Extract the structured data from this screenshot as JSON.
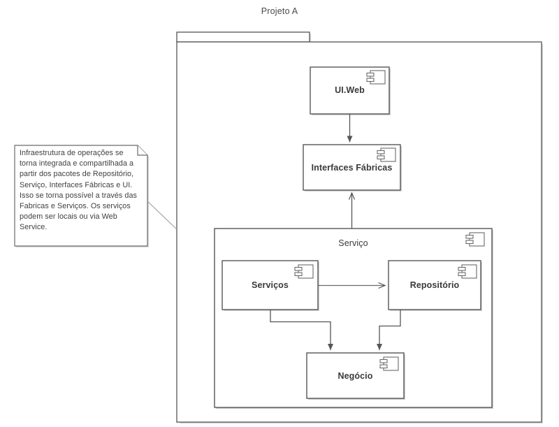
{
  "diagram": {
    "title": "Projeto A",
    "type": "uml-component-diagram"
  },
  "outer_package": {
    "name": "",
    "tab_label": ""
  },
  "note": {
    "text": "Infraestrutura de operações se torna integrada e compartilhada a partir dos pacotes de Repositório, Serviço, Interfaces Fábricas e UI. Isso se torna possível a través das Fabricas e Serviços. Os serviços podem ser locais ou via Web Service.",
    "icon": "note-fold-icon"
  },
  "components": {
    "ui_web": {
      "label": "UI.Web",
      "icon": "uml-component-icon"
    },
    "interfaces_fabricas": {
      "label": "Interfaces Fábricas",
      "icon": "uml-component-icon"
    },
    "servico_package": {
      "label": "Serviço",
      "icon": "uml-component-icon"
    },
    "servicos": {
      "label": "Serviços",
      "icon": "uml-component-icon"
    },
    "repositorio": {
      "label": "Repositório",
      "icon": "uml-component-icon"
    },
    "negocio": {
      "label": "Negócio",
      "icon": "uml-component-icon"
    }
  },
  "connections": [
    {
      "from": "UI.Web",
      "to": "Interfaces Fábricas",
      "style": "arrow-down"
    },
    {
      "from": "Serviço",
      "to": "Interfaces Fábricas",
      "style": "arrow-up"
    },
    {
      "from": "Serviços",
      "to": "Repositório",
      "style": "arrow-right"
    },
    {
      "from": "Serviços",
      "to": "Negócio",
      "style": "arrow-orthogonal-down"
    },
    {
      "from": "Repositório",
      "to": "Negócio",
      "style": "arrow-orthogonal-down"
    },
    {
      "from": "note",
      "to": "Projeto A package",
      "style": "dashed-anchor-line"
    }
  ],
  "colors": {
    "stroke": "#555555",
    "background": "#ffffff",
    "text": "#3a3a3a"
  }
}
